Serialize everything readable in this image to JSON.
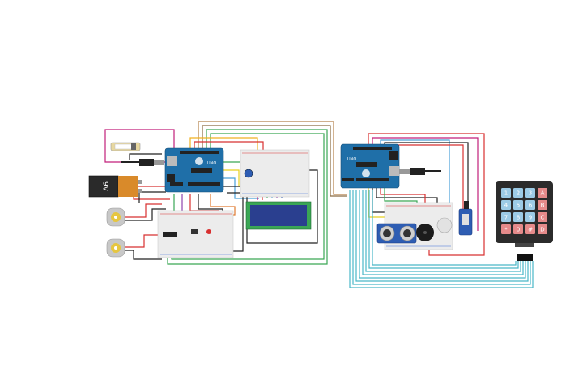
{
  "circuit": {
    "battery": {
      "label": "9V"
    },
    "arduino_left": {
      "model": "UNO"
    },
    "arduino_right": {
      "model": "UNO"
    },
    "keypad": {
      "keys": [
        "1",
        "2",
        "3",
        "A",
        "4",
        "5",
        "6",
        "B",
        "7",
        "8",
        "9",
        "C",
        "*",
        "0",
        "#",
        "D"
      ]
    },
    "colors": {
      "breadboard": "#ececec",
      "arduino": "#1f6fa8",
      "lcd": "#2a3f8f",
      "keypad_body": "#2b2b2b",
      "key": "#9ccbe6",
      "key_letter": "#e58a8a",
      "sensor": "#2e5db3"
    }
  }
}
